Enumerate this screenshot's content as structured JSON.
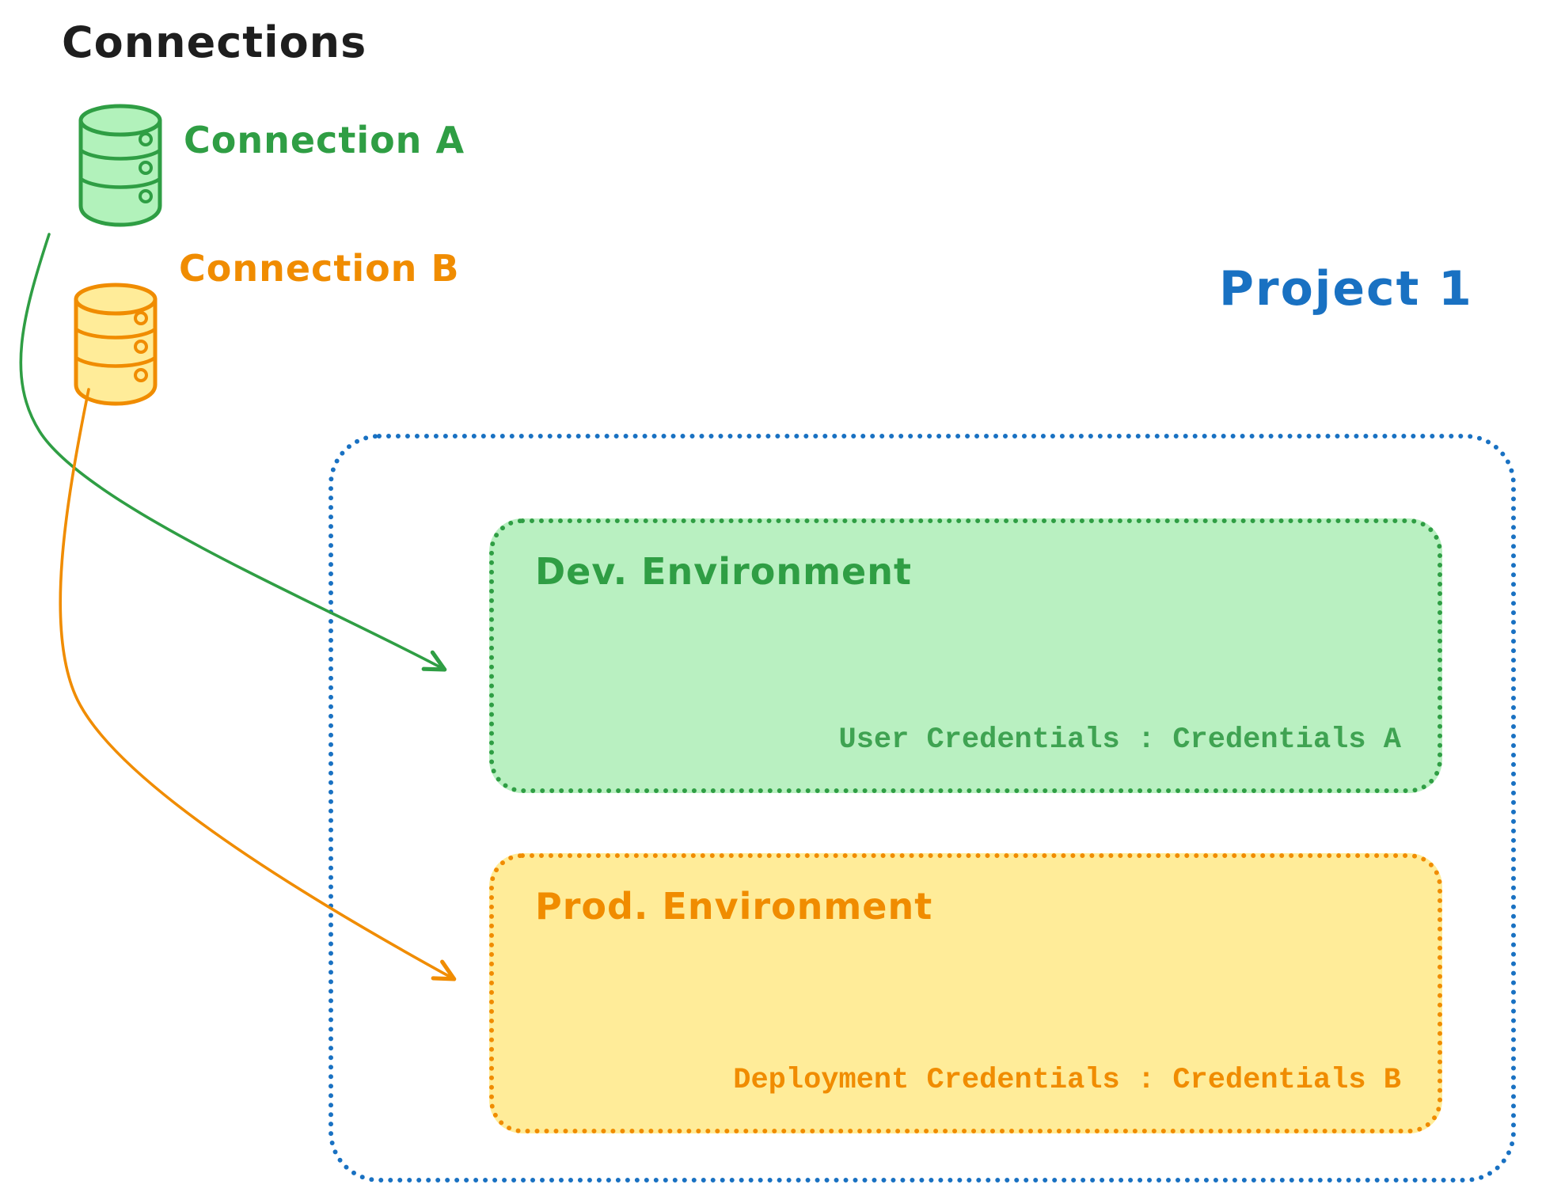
{
  "title": "Connections",
  "connections": [
    {
      "label": "Connection A",
      "color": "#2f9e44",
      "fill": "#b2f2bb"
    },
    {
      "label": "Connection B",
      "color": "#f08c00",
      "fill": "#ffec99"
    }
  ],
  "project": {
    "label": "Project 1",
    "color": "#1971c2",
    "environments": [
      {
        "name": "Dev. Environment",
        "credentials": "User Credentials : Credentials A",
        "color": "#2f9e44",
        "fill": "#b2f2bb"
      },
      {
        "name": "Prod. Environment",
        "credentials": "Deployment Credentials : Credentials B",
        "color": "#f08c00",
        "fill": "#ffec99"
      }
    ]
  }
}
